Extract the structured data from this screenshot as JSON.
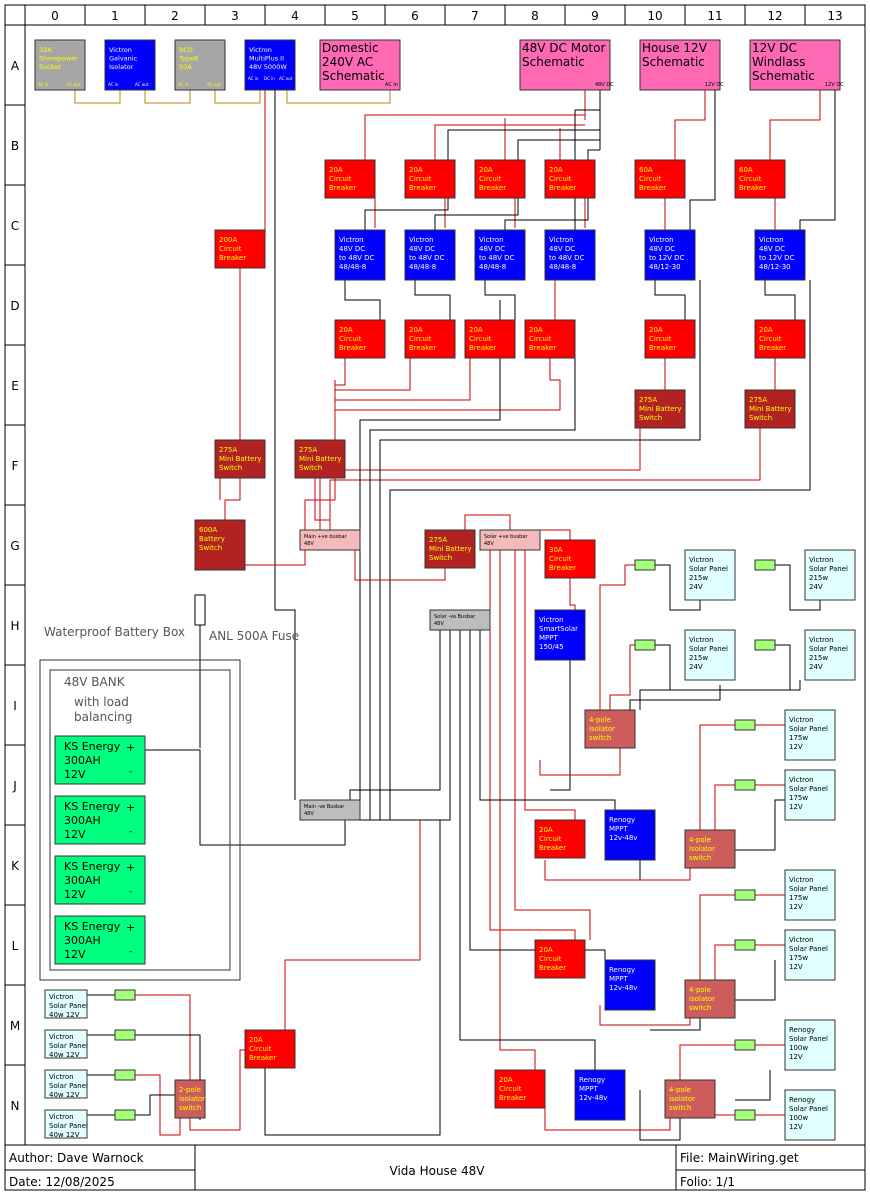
{
  "grid": {
    "columns": [
      "0",
      "1",
      "2",
      "3",
      "4",
      "5",
      "6",
      "7",
      "8",
      "9",
      "10",
      "11",
      "12",
      "13"
    ],
    "rows": [
      "A",
      "B",
      "C",
      "D",
      "E",
      "F",
      "G",
      "H",
      "I",
      "J",
      "K",
      "L",
      "M",
      "N"
    ]
  },
  "schematic_boxes": [
    {
      "lines": [
        "Domestic",
        "240V AC",
        "Schematic"
      ],
      "pin": "AC in"
    },
    {
      "lines": [
        "48V DC Motor",
        "Schematic"
      ],
      "pin": "48V DC"
    },
    {
      "lines": [
        "House 12V",
        "Schematic"
      ],
      "pin": "12V DC"
    },
    {
      "lines": [
        "12V DC",
        "Windlass",
        "Schematic"
      ],
      "pin": "12V DC"
    }
  ],
  "shore_power": {
    "socket": [
      "32A",
      "Shorepower",
      "Socket"
    ],
    "galvanic": [
      "Victron",
      "Galvanic",
      "Isolator"
    ],
    "rcd": [
      "RCD",
      "TypeB",
      "50A"
    ],
    "multiplus": [
      "Victron",
      "MultiPlus II",
      "48V 5000W"
    ],
    "pin_ac_in": "AC in",
    "pin_ac_out": "AC out",
    "pin_dc_in": "DC in"
  },
  "components": {
    "breaker_20a": [
      "20A",
      "Circuit",
      "Breaker"
    ],
    "breaker_60a": [
      "60A",
      "Circuit",
      "Breaker"
    ],
    "breaker_200a": [
      "200A",
      "Circuit",
      "Breaker"
    ],
    "breaker_30a": [
      "30A",
      "Circuit",
      "Breaker"
    ],
    "dcdc_48": [
      "Victron",
      "48V DC",
      "to 48V DC",
      "48/48-8"
    ],
    "dcdc_12": [
      "Victron",
      "48V DC",
      "to 12V DC",
      "48/12-30"
    ],
    "mini_switch": [
      "275A",
      "Mini Battery",
      "Switch"
    ],
    "battery_switch_600": [
      "600A",
      "Battery",
      "Switch"
    ],
    "busbar_main_pos": [
      "Main +ve busbar",
      "48V"
    ],
    "busbar_solar_pos": [
      "Solar +ve busbar",
      "48V"
    ],
    "busbar_solar_neg": [
      "Solar -ve Busbar",
      "48V"
    ],
    "busbar_main_neg": [
      "Main -ve Busbar",
      "48V"
    ],
    "smartsolar": [
      "Victron",
      "SmartSolar",
      "MPPT",
      "150/45"
    ],
    "renogy_mppt": [
      "Renogy",
      "MPPT",
      "12v-48v"
    ],
    "iso_4pole": [
      "4-pole",
      "isolator",
      "switch"
    ],
    "iso_2pole": [
      "2-pole",
      "isolator",
      "switch"
    ],
    "panel_215": [
      "Victron",
      "Solar Panel",
      "215w",
      "24V"
    ],
    "panel_175": [
      "Victron",
      "Solar Panel",
      "175w",
      "12V"
    ],
    "panel_40": [
      "Victron",
      "Solar Panel",
      "40w 12V"
    ],
    "panel_renogy_100": [
      "Renogy",
      "Solar Panel",
      "100w",
      "12V"
    ]
  },
  "labels": {
    "battery_box": "Waterproof Battery Box",
    "fuse": "ANL 500A Fuse",
    "bank_title": "48V BANK",
    "bank_sub": [
      "with load",
      "balancing"
    ]
  },
  "batteries": [
    {
      "lines": [
        "KS Energy",
        "300AH",
        "12V"
      ]
    },
    {
      "lines": [
        "KS Energy",
        "300AH",
        "12V"
      ]
    },
    {
      "lines": [
        "KS Energy",
        "300AH",
        "12V"
      ]
    },
    {
      "lines": [
        "KS Energy",
        "300AH",
        "12V"
      ]
    }
  ],
  "footer": {
    "author": "Author: Dave Warnock",
    "date": "Date: 12/08/2025",
    "title": "Vida House 48V",
    "file": "File: MainWiring.get",
    "folio": "Folio: 1/1"
  },
  "colors": {
    "breaker_red": "#ff0000",
    "switch_darkred": "#b22222",
    "victron_blue": "#0000ff",
    "shore_grey": "#a6a6a6",
    "schematic_pink": "#ff69b4",
    "panel_fill": "#e0ffff",
    "battery_green": "#00ff7f",
    "isolator_fill": "#cd5c5c",
    "fuse_green": "#a4ff7a",
    "wire_red": "#cc0000",
    "wire_black": "#000000",
    "wire_brown": "#b8860b"
  }
}
